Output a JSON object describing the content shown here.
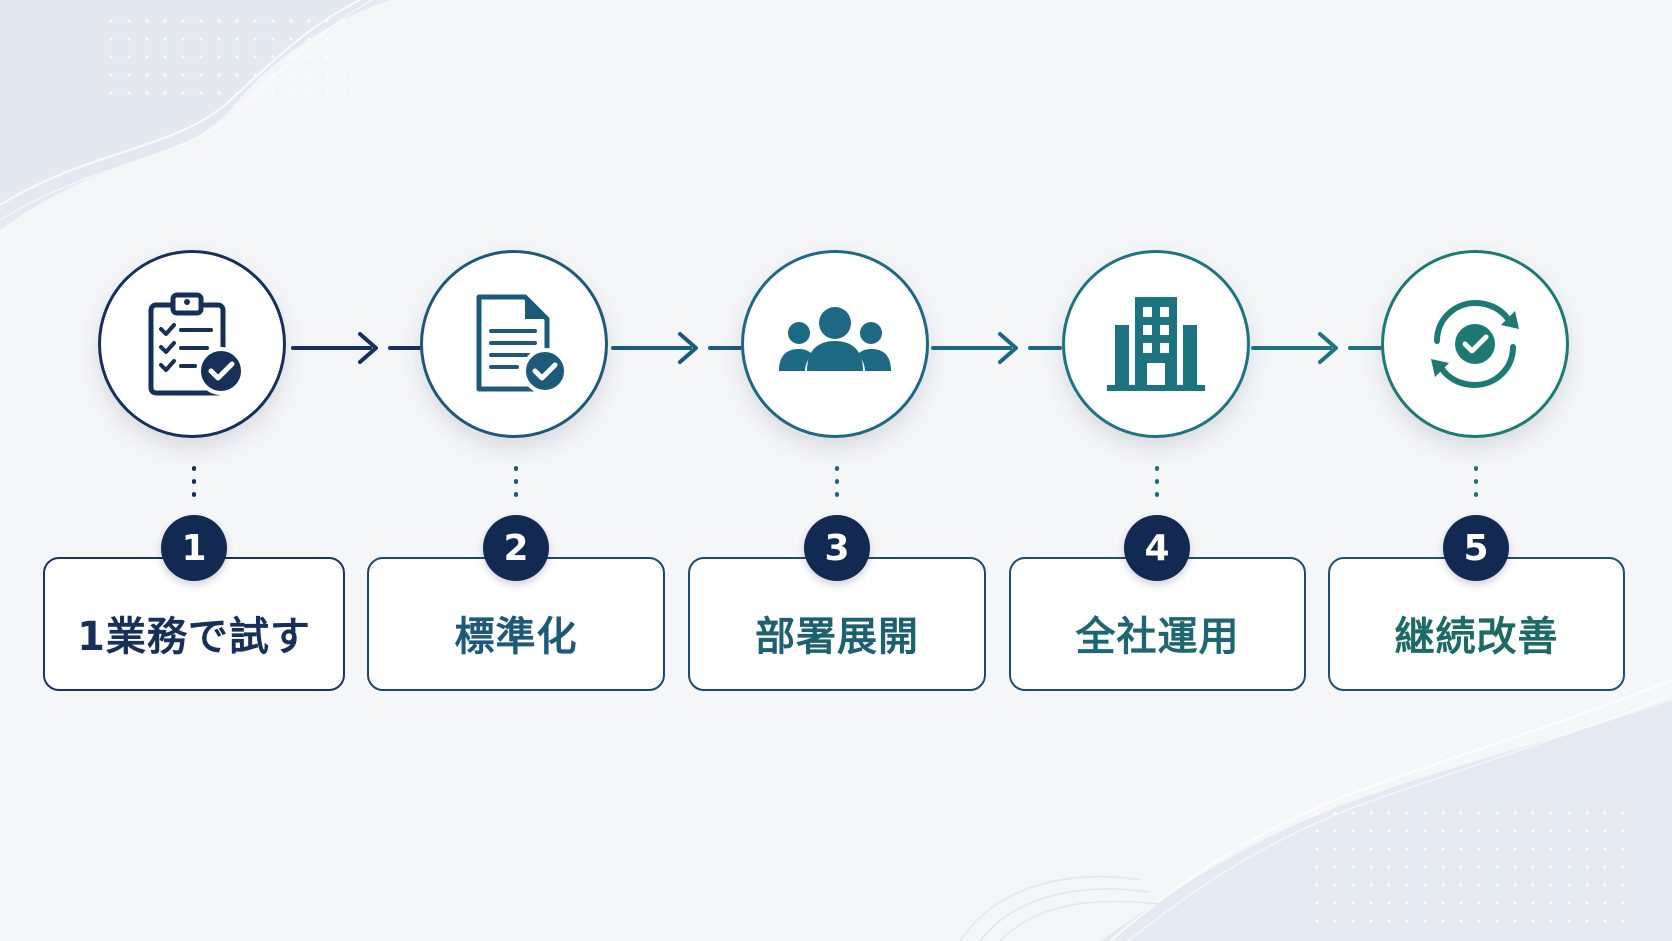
{
  "colors": {
    "navy": "#122a52",
    "step_colors": [
      "#17305a",
      "#1d5a7a",
      "#1d6883",
      "#1d7380",
      "#1c7a72"
    ]
  },
  "steps": [
    {
      "number": "1",
      "label": "1業務で試す",
      "icon": "clipboard-check-icon"
    },
    {
      "number": "2",
      "label": "標準化",
      "icon": "document-check-icon"
    },
    {
      "number": "3",
      "label": "部署展開",
      "icon": "people-group-icon"
    },
    {
      "number": "4",
      "label": "全社運用",
      "icon": "office-building-icon"
    },
    {
      "number": "5",
      "label": "継続改善",
      "icon": "cycle-check-icon"
    }
  ]
}
